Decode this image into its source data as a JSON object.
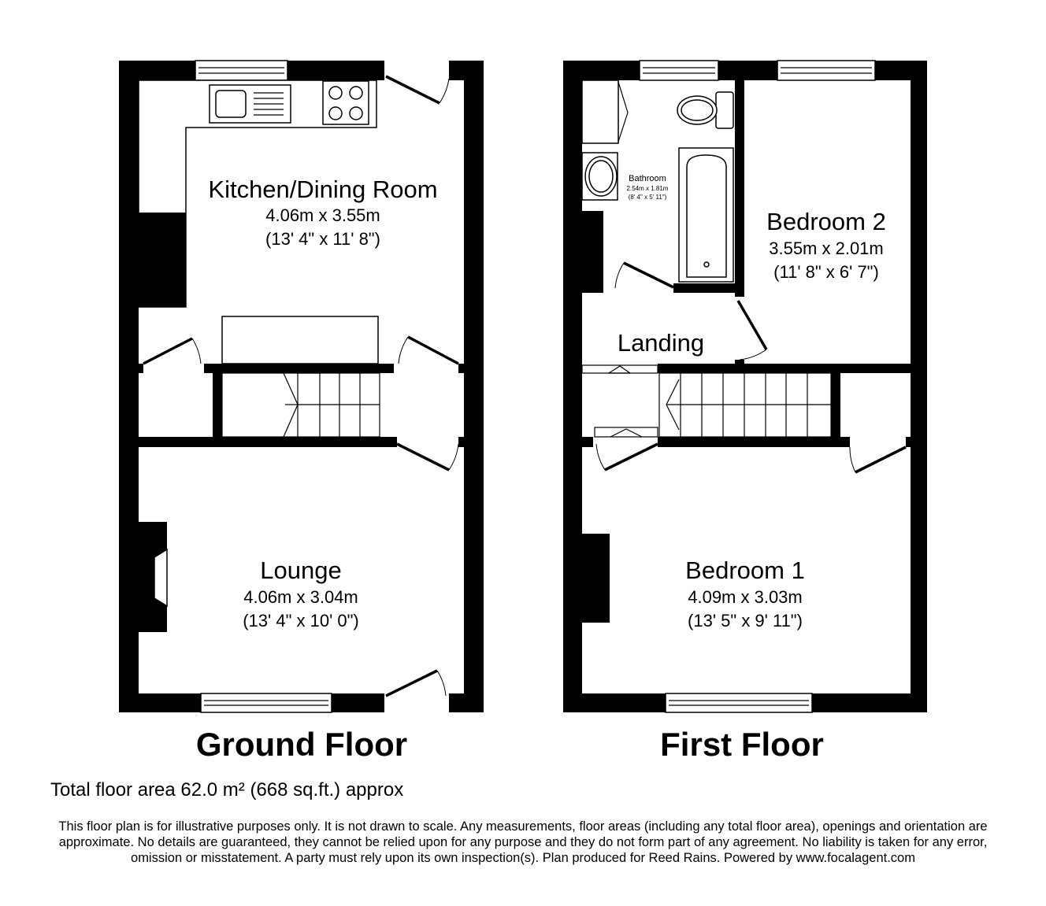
{
  "ground_floor": {
    "title": "Ground Floor",
    "rooms": {
      "kitchen": {
        "name": "Kitchen/Dining Room",
        "metric": "4.06m x 3.55m",
        "imperial": "(13' 4\" x 11' 8\")"
      },
      "lounge": {
        "name": "Lounge",
        "metric": "4.06m x 3.04m",
        "imperial": "(13' 4\" x 10' 0\")"
      }
    }
  },
  "first_floor": {
    "title": "First Floor",
    "rooms": {
      "bathroom": {
        "name": "Bathroom",
        "metric": "2.54m x 1.81m",
        "imperial": "(8' 4\" x 5' 11\")"
      },
      "bedroom2": {
        "name": "Bedroom 2",
        "metric": "3.55m x 2.01m",
        "imperial": "(11' 8\" x 6' 7\")"
      },
      "landing": {
        "name": "Landing"
      },
      "bedroom1": {
        "name": "Bedroom 1",
        "metric": "4.09m x 3.03m",
        "imperial": "(13' 5\" x 9' 11\")"
      }
    }
  },
  "total_area": "Total floor area 62.0 m² (668 sq.ft.) approx",
  "disclaimer": "This floor plan is for illustrative purposes only. It is not drawn to scale. Any measurements, floor areas (including any total floor area), openings and orientation are approximate. No details are guaranteed, they cannot be relied upon for any purpose and they do not form part of any agreement. No liability is taken for any error, omission or misstatement. A party must rely upon its own inspection(s). Plan produced for Reed Rains. Powered by www.focalagent.com"
}
